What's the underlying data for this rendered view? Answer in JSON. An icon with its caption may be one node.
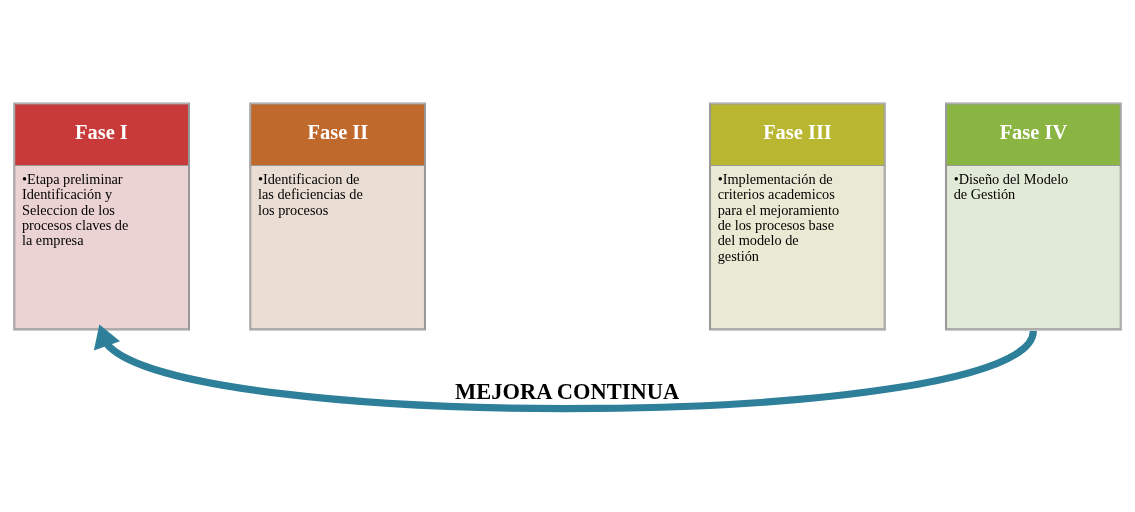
{
  "diagram": {
    "nodes": [
      {
        "text": [
          "Fase I",
          "•Etapa preliminar Identificación y Seleccion de los procesos claves de la empresa"
        ]
      },
      {
        "text": [
          "Fase II",
          "•Identificacion de las deficiencias de los procesos"
        ]
      },
      {
        "text": [
          "Fase III",
          "•Implementación de criterios academicos para el mejoramiento de los procesos base del modelo de gestión"
        ]
      },
      {
        "text": [
          "Fase IV",
          "•Diseño del Modelo de Gestión"
        ]
      }
    ],
    "edges": [
      {
        "from": 3,
        "to": 0,
        "arrow": "to",
        "label": "MEJORA CONTINUA",
        "color": "#2e7f99"
      }
    ]
  }
}
